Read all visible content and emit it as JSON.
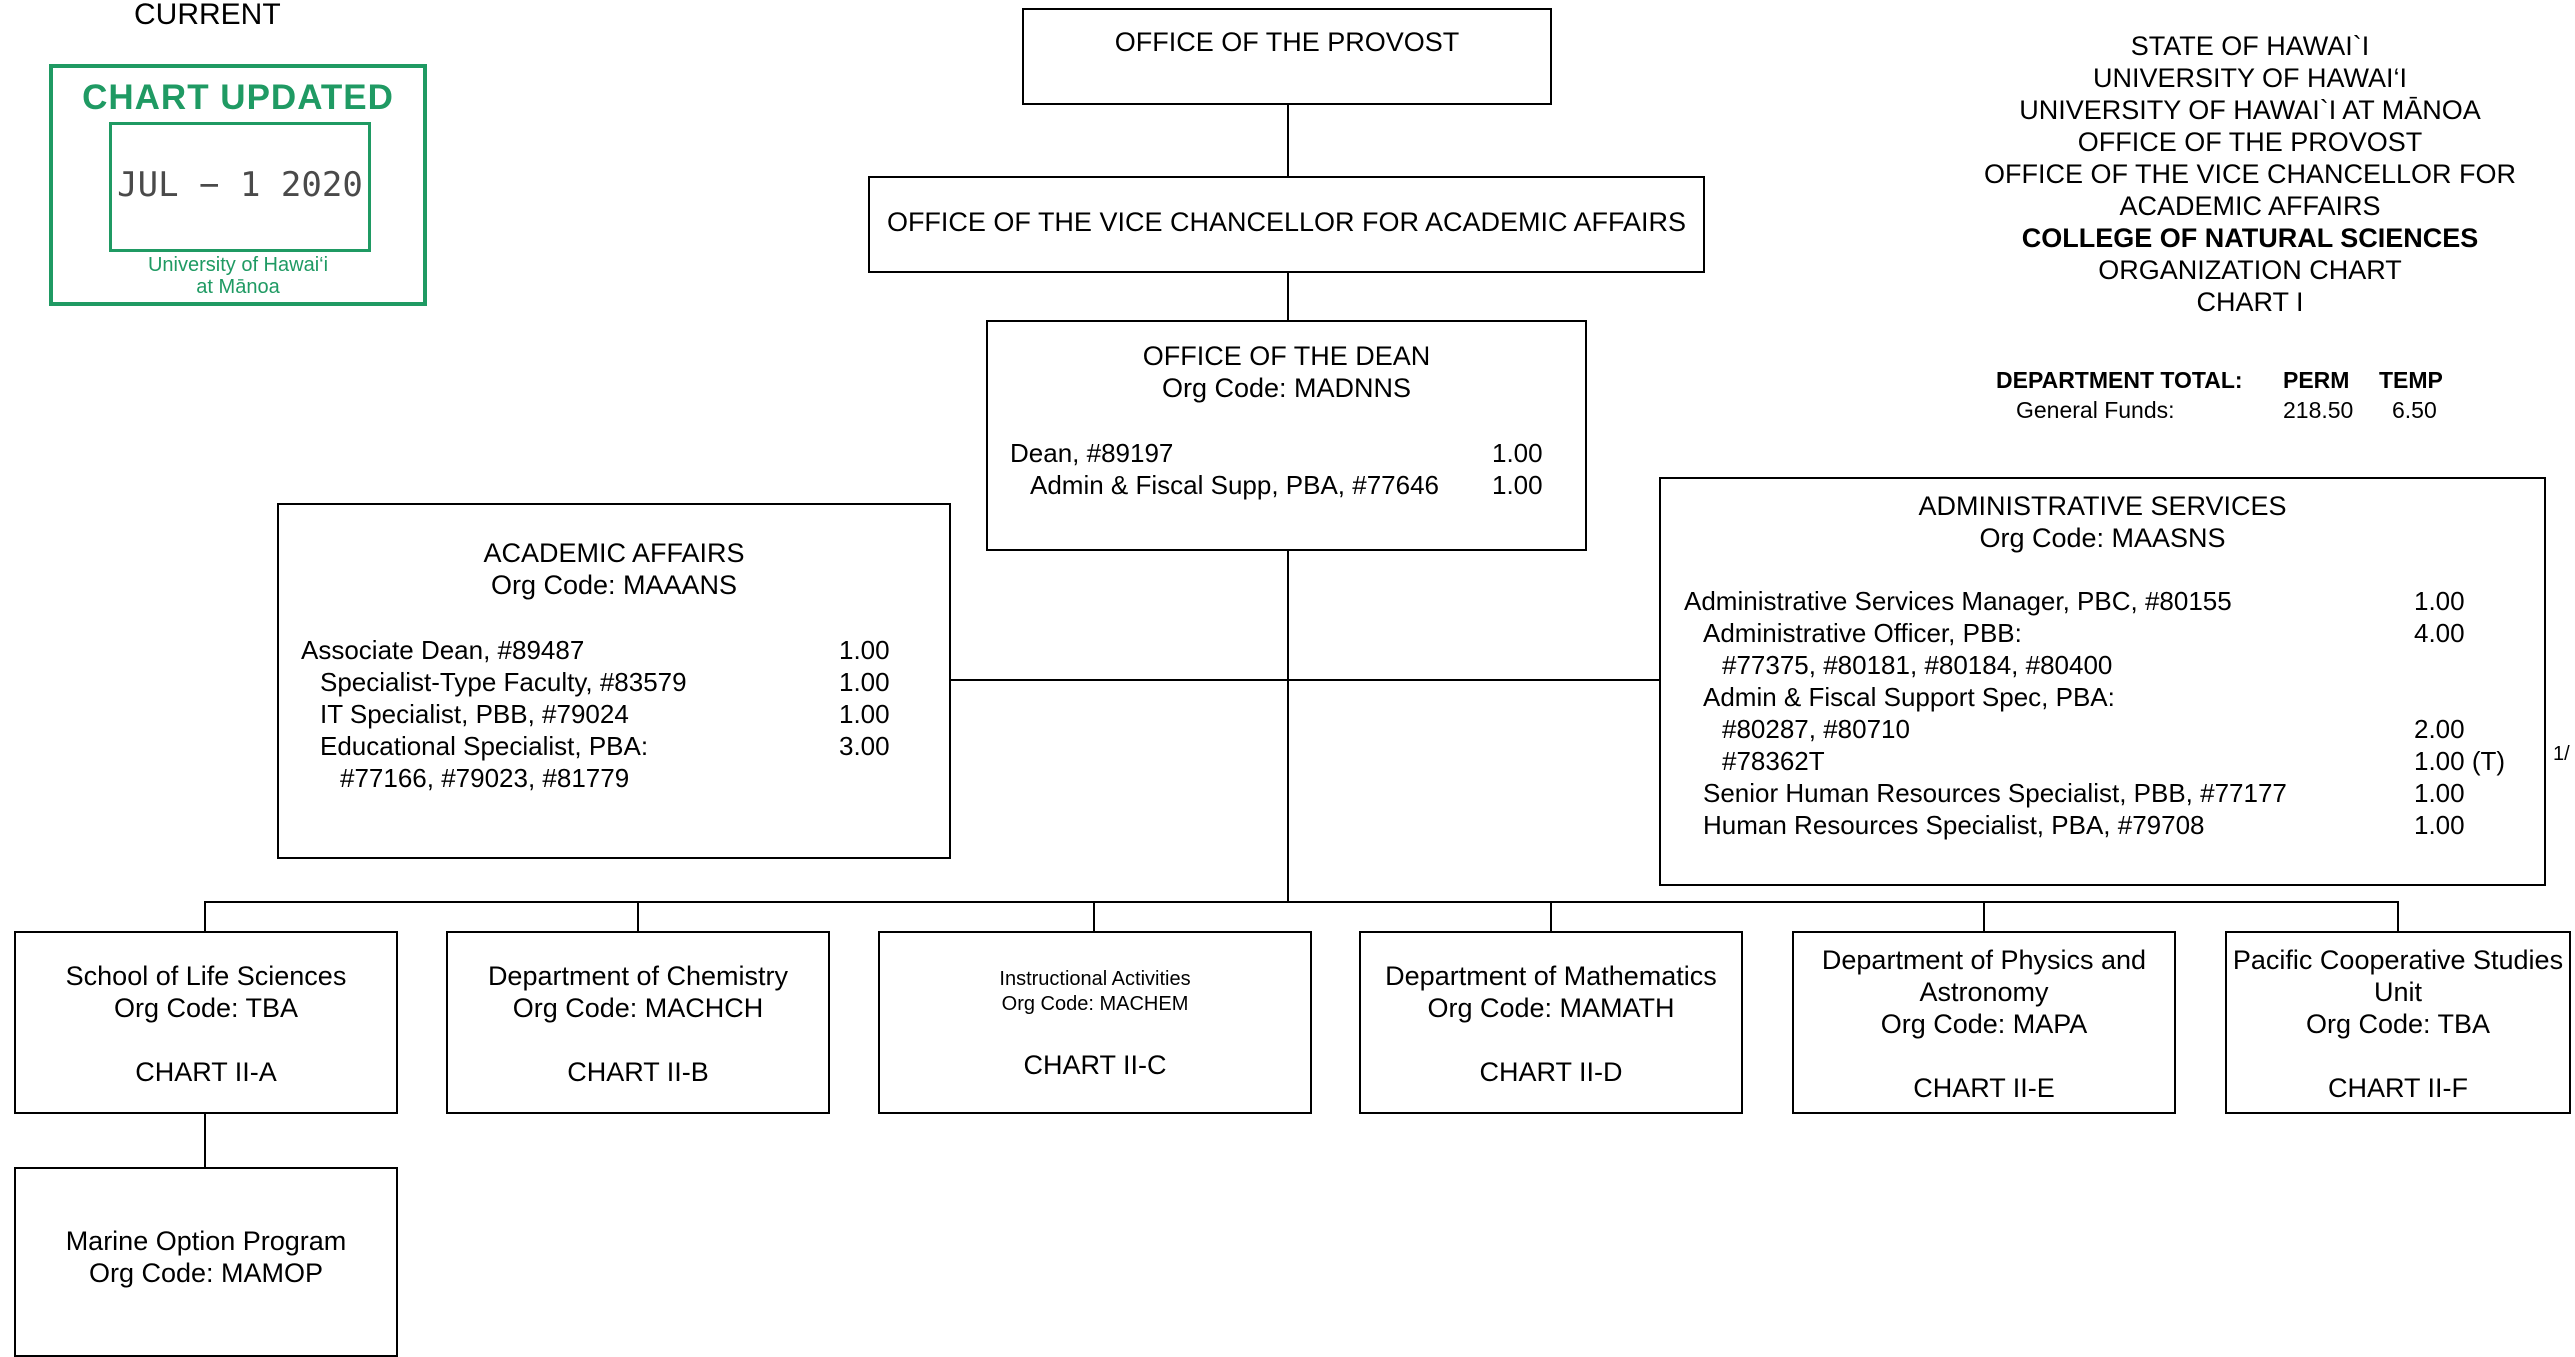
{
  "status_label": "CURRENT",
  "stamp": {
    "title": "CHART UPDATED",
    "date": "JUL − 1 2020",
    "org_line1": "University of Hawai‘i",
    "org_line2": "at Mānoa",
    "color": "#1f9a63"
  },
  "header": {
    "lines": [
      "STATE OF HAWAI`I",
      "UNIVERSITY OF HAWAI‘I",
      "UNIVERSITY OF HAWAI`I AT MĀNOA",
      "OFFICE OF THE PROVOST",
      "OFFICE OF THE VICE CHANCELLOR FOR",
      "ACADEMIC AFFAIRS"
    ],
    "college": "COLLEGE OF NATURAL SCIENCES",
    "chart_name": "ORGANIZATION CHART",
    "chart_number": "CHART I"
  },
  "totals": {
    "label": "DEPARTMENT TOTAL:",
    "perm_header": "PERM",
    "temp_header": "TEMP",
    "funds_label": "General Funds:",
    "perm": "218.50",
    "temp": "6.50"
  },
  "provost": {
    "title": "OFFICE OF THE PROVOST"
  },
  "vcaa": {
    "title": "OFFICE OF THE VICE CHANCELLOR FOR ACADEMIC AFFAIRS"
  },
  "dean": {
    "title": "OFFICE OF THE DEAN",
    "org_code": "Org Code: MADNNS",
    "positions": [
      {
        "label": "Dean, #89197",
        "value": "1.00"
      },
      {
        "label": "Admin & Fiscal Supp, PBA, #77646",
        "value": "1.00"
      }
    ]
  },
  "academic": {
    "title": "ACADEMIC AFFAIRS",
    "org_code": "Org Code: MAAANS",
    "positions": [
      {
        "label": "Associate Dean, #89487",
        "value": "1.00"
      },
      {
        "label": "Specialist-Type Faculty, #83579",
        "value": "1.00"
      },
      {
        "label": "IT Specialist, PBB, #79024",
        "value": "1.00"
      },
      {
        "label": "Educational Specialist, PBA:",
        "value": "3.00"
      },
      {
        "label": "#77166, #79023,  #81779",
        "value": ""
      }
    ]
  },
  "admin": {
    "title": "ADMINISTRATIVE SERVICES",
    "org_code": "Org Code: MAASNS",
    "positions": [
      {
        "label": "Administrative Services Manager, PBC, #80155",
        "value": "1.00"
      },
      {
        "label": "Administrative Officer, PBB:",
        "value": "4.00"
      },
      {
        "label": "#77375, #80181, #80184, #80400",
        "value": ""
      },
      {
        "label": "Admin & Fiscal Support Spec, PBA:",
        "value": ""
      },
      {
        "label": "#80287, #80710",
        "value": "2.00"
      },
      {
        "label": "#78362T",
        "value": "1.00 (T)"
      },
      {
        "label": "Senior Human Resources Specialist, PBB, #77177",
        "value": "1.00"
      },
      {
        "label": "Human Resources Specialist, PBA, #79708",
        "value": "1.00"
      }
    ],
    "footnote": "1/"
  },
  "units": [
    {
      "name": "School of Life Sciences",
      "org_code": "Org Code: TBA",
      "chart": "CHART II-A"
    },
    {
      "name": "Department of Chemistry",
      "org_code": "Org Code: MACHCH",
      "chart": "CHART II-B"
    },
    {
      "name": "Instructional Activities",
      "org_code": "Org Code: MACHEM",
      "chart": "CHART II-C"
    },
    {
      "name": "Department of Mathematics",
      "org_code": "Org Code: MAMATH",
      "chart": "CHART II-D"
    },
    {
      "name_line1": "Department of Physics and",
      "name_line2": "Astronomy",
      "org_code": "Org Code: MAPA",
      "chart": "CHART II-E"
    },
    {
      "name_line1": "Pacific Cooperative Studies",
      "name_line2": "Unit",
      "org_code": "Org Code: TBA",
      "chart": "CHART II-F"
    }
  ],
  "sub_unit": {
    "name": "Marine Option Program",
    "org_code": "Org Code: MAMOP"
  }
}
